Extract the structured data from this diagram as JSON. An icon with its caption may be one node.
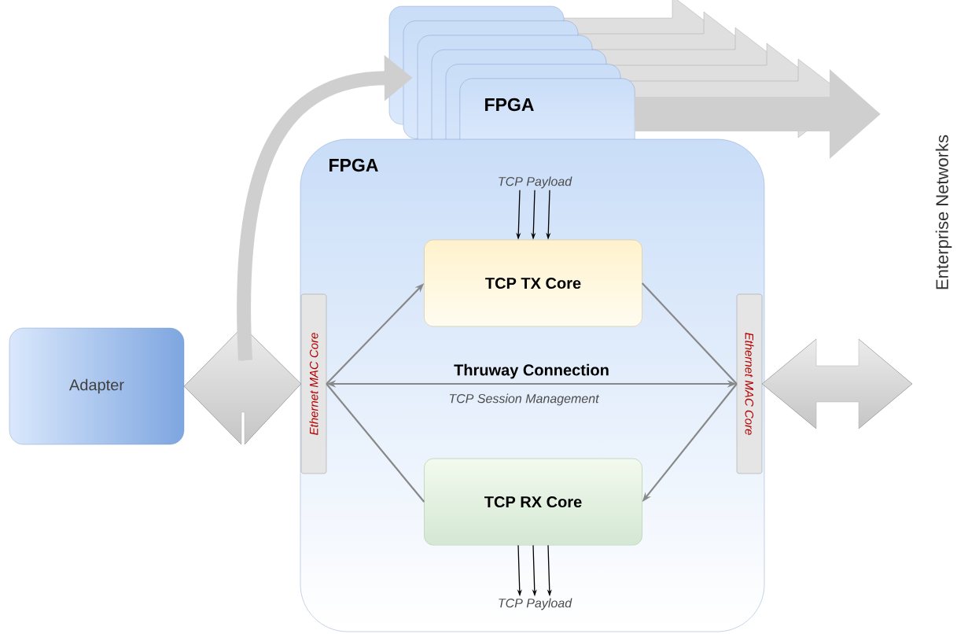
{
  "diagram": {
    "nodes": [
      {
        "text": [
          "Adapter"
        ]
      },
      {
        "text": [
          "FPGA"
        ]
      },
      {
        "text": [
          "FPGA"
        ]
      },
      {
        "text": [
          "Ethernet MAC Core"
        ],
        "in": 2
      },
      {
        "text": [
          "TCP TX Core"
        ],
        "in": 2
      },
      {
        "text": [
          "TCP RX Core"
        ],
        "in": 2
      },
      {
        "text": [
          "Ethernet MAC Core"
        ],
        "in": 2
      },
      {
        "text": [
          "TCP Payload"
        ],
        "in": 2
      },
      {
        "text": [
          "TCP Payload"
        ],
        "in": 2
      }
    ],
    "edges": [
      {
        "from": 0,
        "to": 3,
        "arrow": "both",
        "style": "thick",
        "color": "#cfcfcf"
      },
      {
        "from": null,
        "to": 1,
        "arrow": "to",
        "style": "thick",
        "color": "#cfcfcf"
      },
      {
        "from": 1,
        "to": null,
        "arrow": "to",
        "style": "thick",
        "color": "#cfcfcf"
      },
      {
        "from": 6,
        "to": null,
        "arrow": "both",
        "style": "thick",
        "color": "#cfcfcf"
      },
      {
        "from": 3,
        "to": 4,
        "arrow": "to",
        "color": "#888888"
      },
      {
        "from": 4,
        "to": 6,
        "arrow": "none",
        "color": "#888888"
      },
      {
        "from": 6,
        "to": 5,
        "arrow": "to",
        "color": "#888888"
      },
      {
        "from": 5,
        "to": 3,
        "arrow": "none",
        "color": "#888888"
      },
      {
        "from": 3,
        "to": 6,
        "arrow": "both",
        "label": "Thruway Connection",
        "color": "#888888"
      },
      {
        "from": 7,
        "to": 4,
        "arrow": "to",
        "color": "#000000"
      },
      {
        "from": 7,
        "to": 4,
        "arrow": "to",
        "color": "#000000"
      },
      {
        "from": 7,
        "to": 4,
        "arrow": "to",
        "color": "#000000"
      },
      {
        "from": 5,
        "to": 8,
        "arrow": "to",
        "color": "#000000"
      },
      {
        "from": 5,
        "to": 8,
        "arrow": "to",
        "color": "#000000"
      },
      {
        "from": 5,
        "to": 8,
        "arrow": "to",
        "color": "#000000"
      }
    ],
    "labels": [
      "TCP Session Management",
      "Enterprise Networks"
    ]
  }
}
